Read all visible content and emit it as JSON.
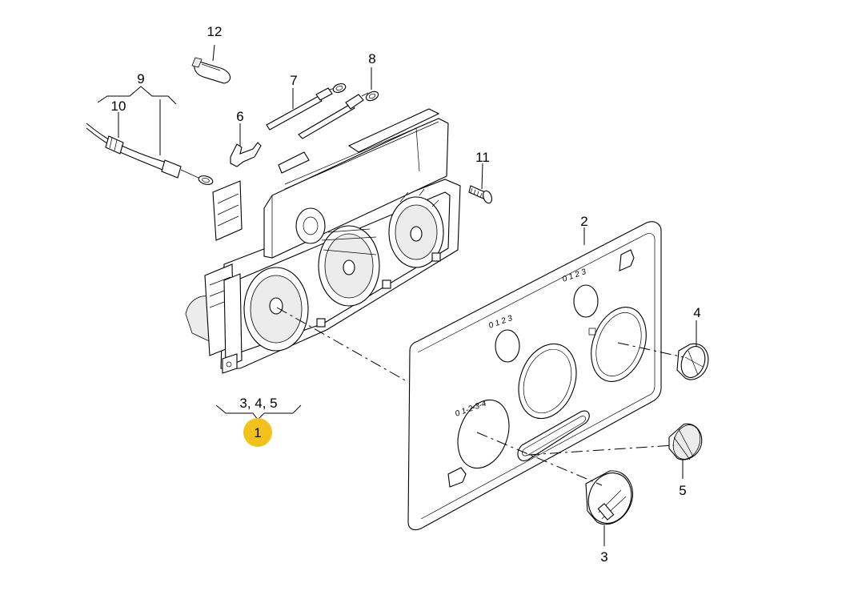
{
  "callouts": {
    "c12": "12",
    "c8": "8",
    "c7": "7",
    "c9": "9",
    "c10": "10",
    "c6": "6",
    "c11": "11",
    "c2": "2",
    "c4": "4",
    "c5": "5",
    "c3": "3",
    "group": "3, 4, 5",
    "main": "1"
  },
  "highlight_color": "#f2c21a",
  "dial_marks": {
    "left_scale": "0  1-2-3-4",
    "center_scale": "0  1  2  3",
    "right_scale": "0  1  2  3"
  }
}
